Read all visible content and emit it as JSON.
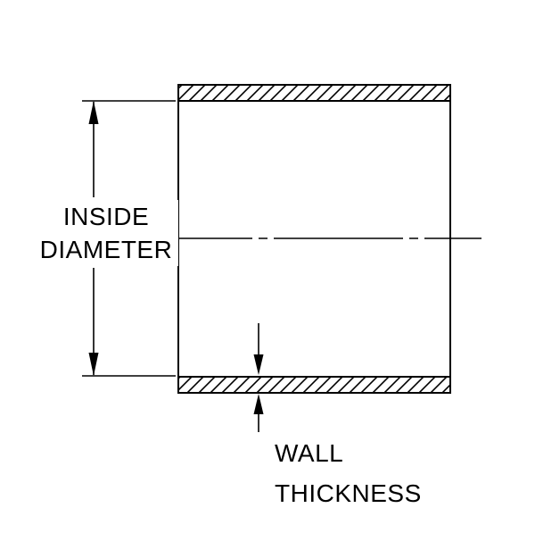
{
  "labels": {
    "inside_diameter": [
      "INSIDE",
      "DIAMETER"
    ],
    "wall_thickness": [
      "WALL",
      "THICKNESS"
    ]
  },
  "colors": {
    "line": "#000000",
    "background": "#ffffff",
    "text": "#000000"
  }
}
